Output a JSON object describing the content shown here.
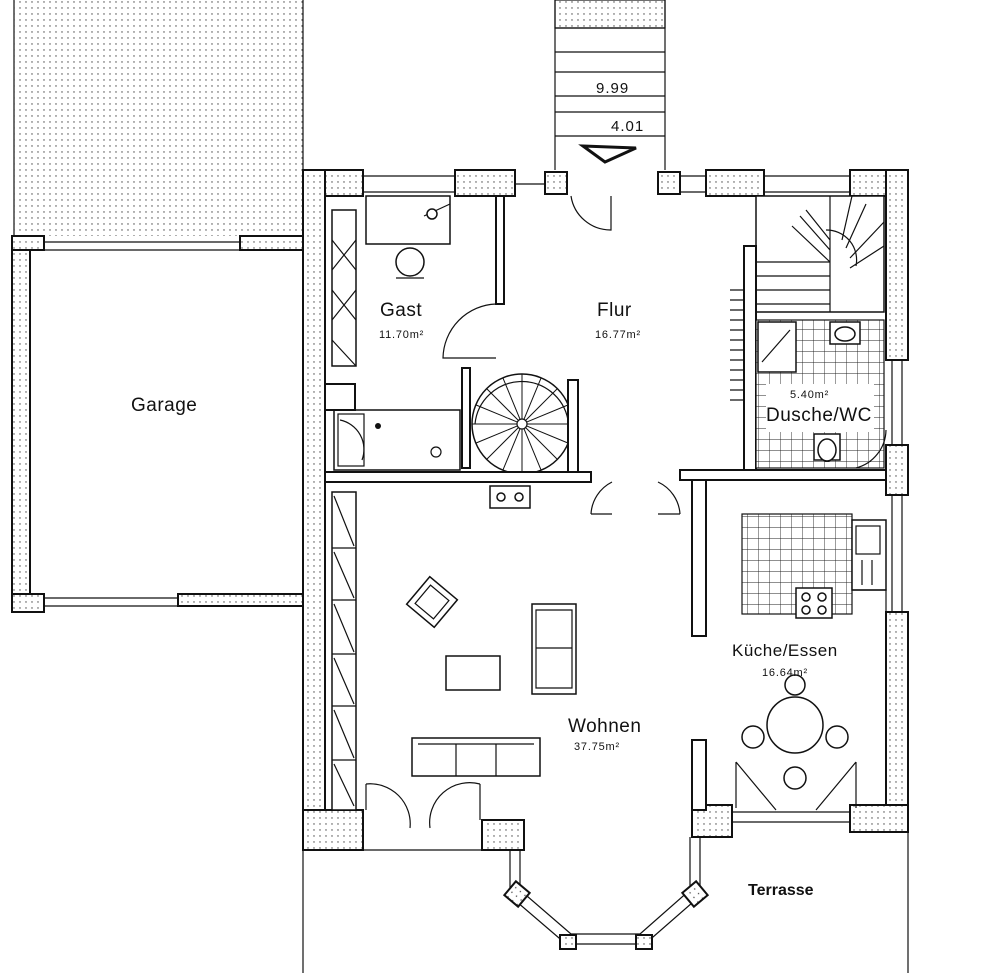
{
  "rooms": {
    "garage": {
      "name": "Garage"
    },
    "gast": {
      "name": "Gast",
      "area": "11.70m²"
    },
    "flur": {
      "name": "Flur",
      "area": "16.77m²"
    },
    "dusche": {
      "name": "Dusche/WC",
      "area": "5.40m²"
    },
    "kueche": {
      "name": "Küche/Essen",
      "area": "16.64m²"
    },
    "wohnen": {
      "name": "Wohnen",
      "area": "37.75m²"
    },
    "terrasse": {
      "name": "Terrasse"
    }
  },
  "entrance": {
    "dim_top": "9.99",
    "dim_bottom": "4.01"
  }
}
